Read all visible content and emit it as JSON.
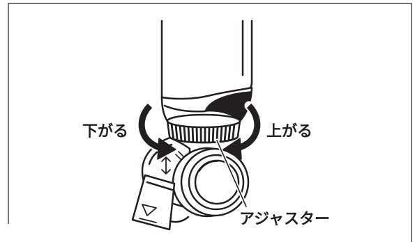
{
  "diagram": {
    "labels": {
      "lower": "下がる",
      "raise": "上がる",
      "adjuster": "アジャスター"
    }
  },
  "colors": {
    "ink": "#231f20",
    "paper": "#ffffff"
  }
}
